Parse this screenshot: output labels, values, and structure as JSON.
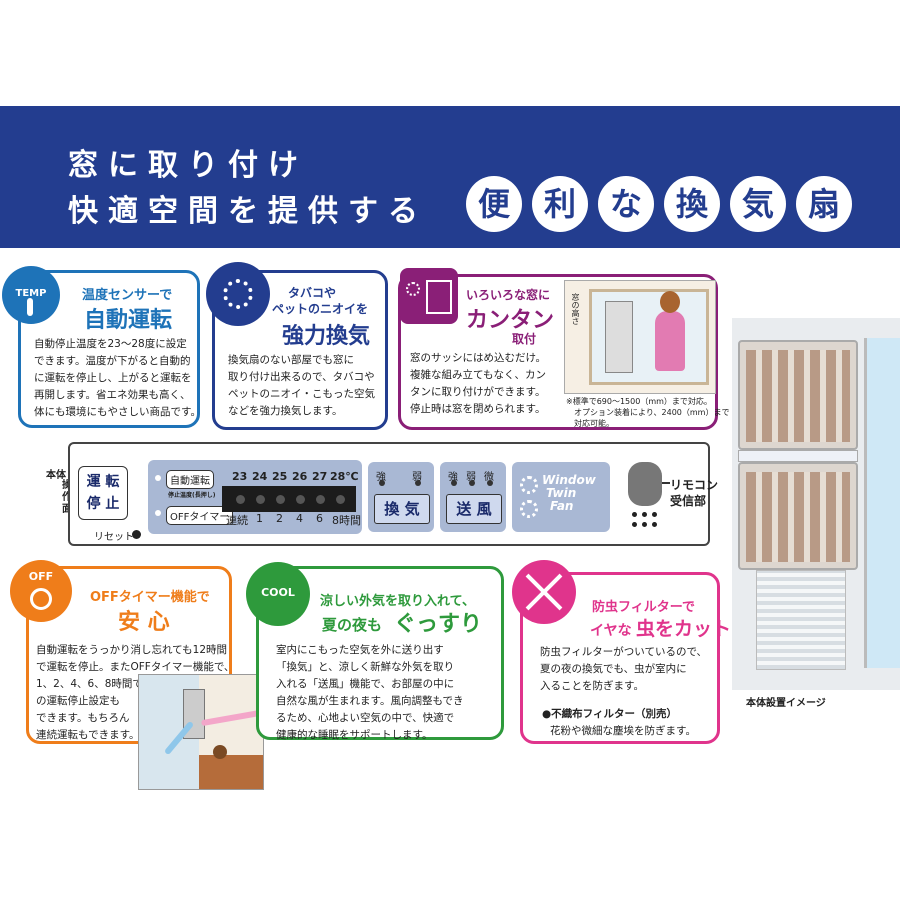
{
  "banner": {
    "line1": "窓に取り付け",
    "line2": "快適空間を提供する",
    "highlight_chars": [
      "便",
      "利",
      "な",
      "換",
      "気",
      "扇"
    ]
  },
  "feature_auto": {
    "icon_text": "TEMP",
    "subtitle": "温度センサーで",
    "title": "自動運転",
    "lines": [
      "自動停止温度を23～28度に設定",
      "できます。温度が下がると自動的",
      "に運転を停止し、上がると運転を",
      "再開します。省エネ効果も高く、",
      "体にも環境にもやさしい商品です。"
    ]
  },
  "feature_power": {
    "subtitle1": "タバコや",
    "subtitle2": "ペットのニオイを",
    "title": "強力換気",
    "lines": [
      "換気扇のない部屋でも窓に",
      "取り付け出来るので、タバコや",
      "ペットのニオイ・こもった空気",
      "などを強力換気します。"
    ]
  },
  "feature_easy": {
    "subtitle": "いろいろな窓に",
    "title": "カンタン",
    "title_suffix": "取付",
    "lines": [
      "窓のサッシにはめ込むだけ。",
      "複雑な組み立てもなく、カン",
      "タンに取り付けができます。",
      "停止時は窓を閉められます。"
    ],
    "diagram_label": "窓の高さ",
    "note_lines": [
      "※標準で690～1500（mm）まで対応。",
      "オプション装着により、2400（mm）まで",
      "対応可能。"
    ]
  },
  "panel": {
    "side_label": [
      "本",
      "体",
      "操",
      "作",
      "面"
    ],
    "run_stop_line1": "運 転",
    "run_stop_line2": "停 止",
    "reset": "リセット",
    "auto_run": "自動運転",
    "stop_temp": "停止温度(長押し)",
    "off_timer": "OFFタイマー",
    "temps": [
      "23",
      "24",
      "25",
      "26",
      "27",
      "28℃"
    ],
    "timer_values": [
      "連続",
      "1",
      "2",
      "4",
      "6",
      "8時間"
    ],
    "strong": "強",
    "weak": "弱",
    "faint": "微",
    "vent_button": "換 気",
    "blow_button": "送 風",
    "brand": [
      "Window",
      "Twin",
      "Fan"
    ],
    "remote_label1": "リモコン",
    "remote_label2": "受信部"
  },
  "feature_timer": {
    "icon_text": "OFF",
    "subtitle": "OFFタイマー機能で",
    "title": "安 心",
    "lines": [
      "自動運転をうっかり消し忘れても12時間",
      "で運転を停止。またOFFタイマー機能で、",
      "1、2、4、6、8時間で",
      "の運転停止設定も",
      "できます。もちろん",
      "連続運転もできます。"
    ]
  },
  "feature_cool": {
    "icon_text": "COOL",
    "subtitle": "涼しい外気を取り入れて、",
    "title_a": "夏の夜も",
    "title_b": "ぐっすり",
    "lines": [
      "室内にこもった空気を外に送り出す",
      "「換気」と、涼しく新鮮な外気を取り",
      "入れる「送風」機能で、お部屋の中に",
      "自然な風が生まれます。風向調整もでき",
      "るため、心地よい空気の中で、快適で",
      "健康的な睡眠をサポートします。"
    ]
  },
  "feature_filter": {
    "subtitle": "防虫フィルターで",
    "title_a": "イヤな",
    "title_b": "虫をカット",
    "lines": [
      "防虫フィルターがついているので、",
      "夏の夜の換気でも、虫が室内に",
      "入ることを防ぎます。"
    ],
    "note_title": "●不織布フィルター（別売）",
    "note_text": "花粉や微細な塵埃を防ぎます。"
  },
  "product_caption": "本体設置イメージ",
  "colors": {
    "navy": "#233d8f",
    "blue": "#1e73b8",
    "purple": "#8a1f77",
    "orange": "#ef7d1a",
    "green": "#2e9a3c",
    "pink": "#e0348c"
  }
}
